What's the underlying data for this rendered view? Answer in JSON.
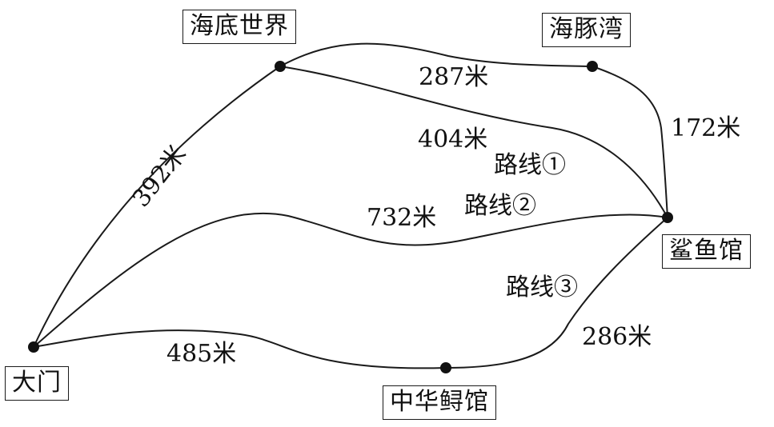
{
  "places": {
    "seaworld": "海底世界",
    "dolphin_bay": "海豚湾",
    "shark_hall": "鲨鱼馆",
    "sturgeon_hall": "中华鲟馆",
    "gate": "大门"
  },
  "distances": {
    "gate_seaworld": "392米",
    "seaworld_dolphin": "287米",
    "dolphin_shark": "172米",
    "seaworld_shark": "404米",
    "gate_shark": "732米",
    "gate_sturgeon": "485米",
    "sturgeon_shark": "286米"
  },
  "routes": {
    "route1": "路线①",
    "route2": "路线②",
    "route3": "路线③"
  }
}
